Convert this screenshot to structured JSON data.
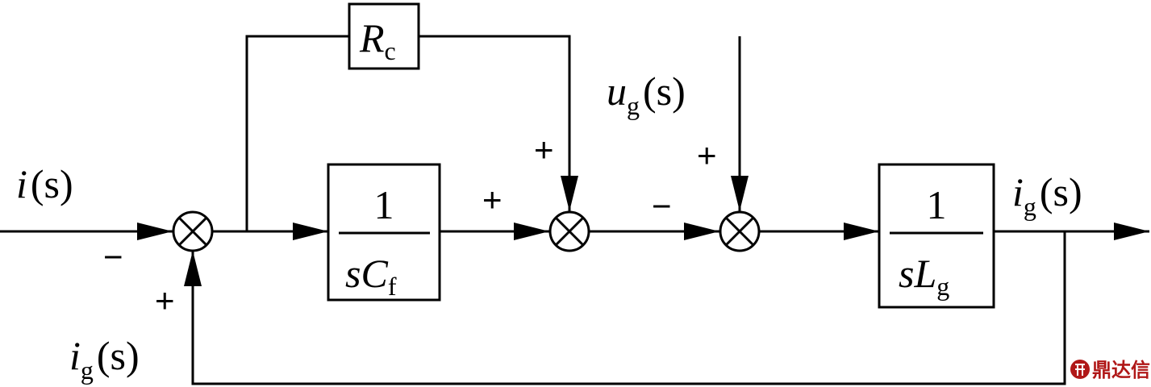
{
  "signals": {
    "input": {
      "main": "i",
      "paren": "(s)"
    },
    "grid_voltage": {
      "main": "u",
      "sub": "g",
      "paren": "(s)"
    },
    "output": {
      "main": "i",
      "sub": "g",
      "paren": "(s)"
    },
    "feedback": {
      "main": "i",
      "sub": "g",
      "paren": "(s)"
    }
  },
  "blocks": {
    "rc": {
      "main": "R",
      "sub": "c"
    },
    "cap": {
      "num": "1",
      "den_s": "s",
      "den_main": "C",
      "den_sub": "f"
    },
    "ind": {
      "num": "1",
      "den_s": "s",
      "den_main": "L",
      "den_sub": "g"
    }
  },
  "signs": {
    "s1_input": "−",
    "s1_feedback": "+",
    "s2_left": "+",
    "s2_top": "+",
    "s3_left": "−",
    "s3_top": "+"
  },
  "watermark": {
    "text": "鼎达信",
    "icon": "dingdaxin-logo-icon"
  }
}
